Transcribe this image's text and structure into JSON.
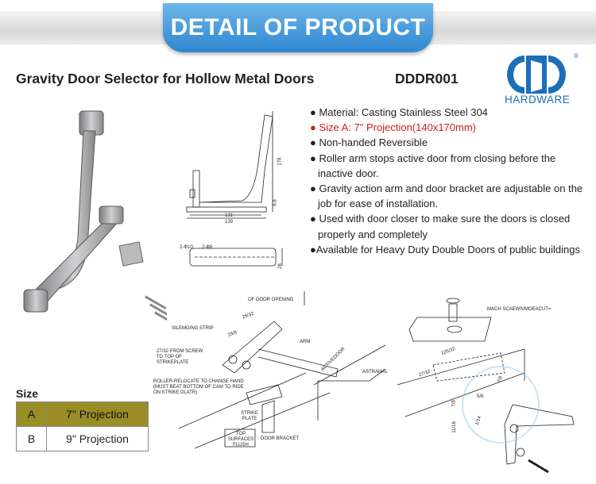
{
  "banner": {
    "title": "DETAIL OF PRODUCT"
  },
  "product": {
    "title": "Gravity Door Selector for Hollow Metal Doors",
    "code": "DDDR001"
  },
  "logo": {
    "text": "HARDWARE",
    "registered": "®"
  },
  "specs": [
    "● Material: Casting Stainless Steel 304",
    "● Size A: 7\" Projection(140x170mm)",
    "● Non-handed Reversible",
    "● Roller arm  stops active door from closing before the inactive door.",
    "● Gravity action arm and door bracket are adjustable on the job for ease of installation.",
    "● Used with door closer to make sure the doors is closed properly and completely",
    "●Available for Heavy Duty Double Doors of public buildings"
  ],
  "size": {
    "label": "Size",
    "rows": [
      {
        "key": "A",
        "value": "7\" Projection"
      },
      {
        "key": "B",
        "value": "9\" Projection"
      }
    ]
  },
  "drawing": {
    "d178": "178",
    "d121": "121",
    "d139": "139",
    "d68": "6.8",
    "d28": "28",
    "h1": "2-Φ10",
    "h2": "2-Φ6"
  },
  "install": {
    "opening": "OF DOOR OPENING",
    "d2532": "25/32",
    "d258": "25/8",
    "strip": "SILEMGING STRIP",
    "arm": "ARM",
    "screw": "27/32 FROM SCREW TO TOP OF STRIKEPLATE",
    "active": "ACTIVEDOOR",
    "astrahal": "ASTRAHAL",
    "roller": "ROLLER-RELOCATE TO CHANGE HAND (MUST BEAT BOTTOM OF CAM TO RIDE ON STRIKE DLATR)",
    "strike": "STRIKE PLATE",
    "top": "TOP SURFACES FLUSH",
    "bracket": "DOOR BRACKET"
  },
  "bracket": {
    "mach": "MACH SCAEWIVMOEACUT=",
    "d12532": "125/32",
    "d2732": "27/32",
    "d78a": "7/8",
    "d58": "5/8",
    "d78b": "7/8",
    "d1116": "11/16",
    "d114": "1/14"
  },
  "colors": {
    "accent": "#2f86cf",
    "highlight": "#9a8d26",
    "red": "#d01c1c"
  }
}
